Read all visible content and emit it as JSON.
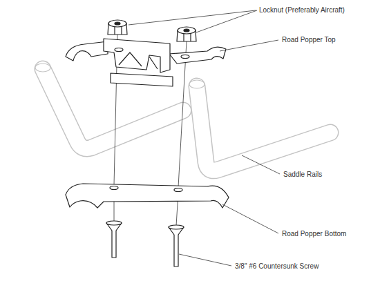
{
  "diagram": {
    "labels": [
      "Locknut (Preferably Aircraft)",
      "Road Popper Top",
      "Saddle Rails",
      "Road Popper Bottom",
      "3/8\" #6 Countersunk Screw"
    ]
  }
}
